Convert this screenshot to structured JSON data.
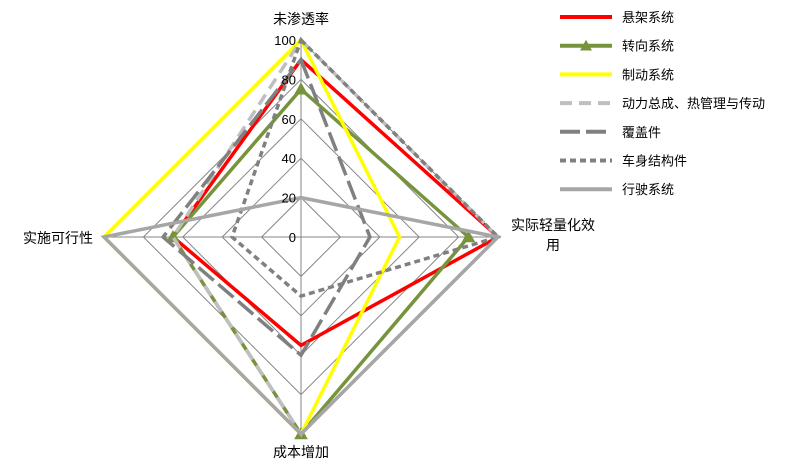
{
  "chart_data": {
    "type": "radar",
    "axes": [
      "未渗透率",
      "实际轻量化效用",
      "成本增加",
      "实施可行性"
    ],
    "axis_label_lines": [
      [
        "未渗透率"
      ],
      [
        "实际轻量化效",
        "用"
      ],
      [
        "成本增加"
      ],
      [
        "实施可行性"
      ]
    ],
    "r_range": [
      0,
      100
    ],
    "ticks": [
      "0",
      "20",
      "40",
      "60",
      "80",
      "100"
    ],
    "tick_values": [
      0,
      20,
      40,
      60,
      80,
      100
    ],
    "grid": true,
    "legend_position": "right",
    "series": [
      {
        "name": "悬架系统",
        "color": "#ff0000",
        "style": "solid",
        "values": [
          90,
          100,
          55,
          65
        ]
      },
      {
        "name": "转向系统",
        "color": "#77933c",
        "style": "solid-triangle",
        "values": [
          75,
          85,
          100,
          65
        ]
      },
      {
        "name": "制动系统",
        "color": "#ffff00",
        "style": "solid",
        "values": [
          100,
          50,
          100,
          100
        ]
      },
      {
        "name": "动力总成、热管理与传动",
        "color": "#bfbfbf",
        "style": "dash",
        "values": [
          100,
          100,
          100,
          65
        ]
      },
      {
        "name": "覆盖件",
        "color": "#808080",
        "style": "long-dash",
        "values": [
          90,
          35,
          60,
          70
        ]
      },
      {
        "name": "车身结构件",
        "color": "#808080",
        "style": "short-dash",
        "values": [
          100,
          100,
          30,
          35
        ]
      },
      {
        "name": "行驶系统",
        "color": "#a6a6a6",
        "style": "solid",
        "values": [
          20,
          100,
          100,
          100
        ]
      }
    ]
  }
}
